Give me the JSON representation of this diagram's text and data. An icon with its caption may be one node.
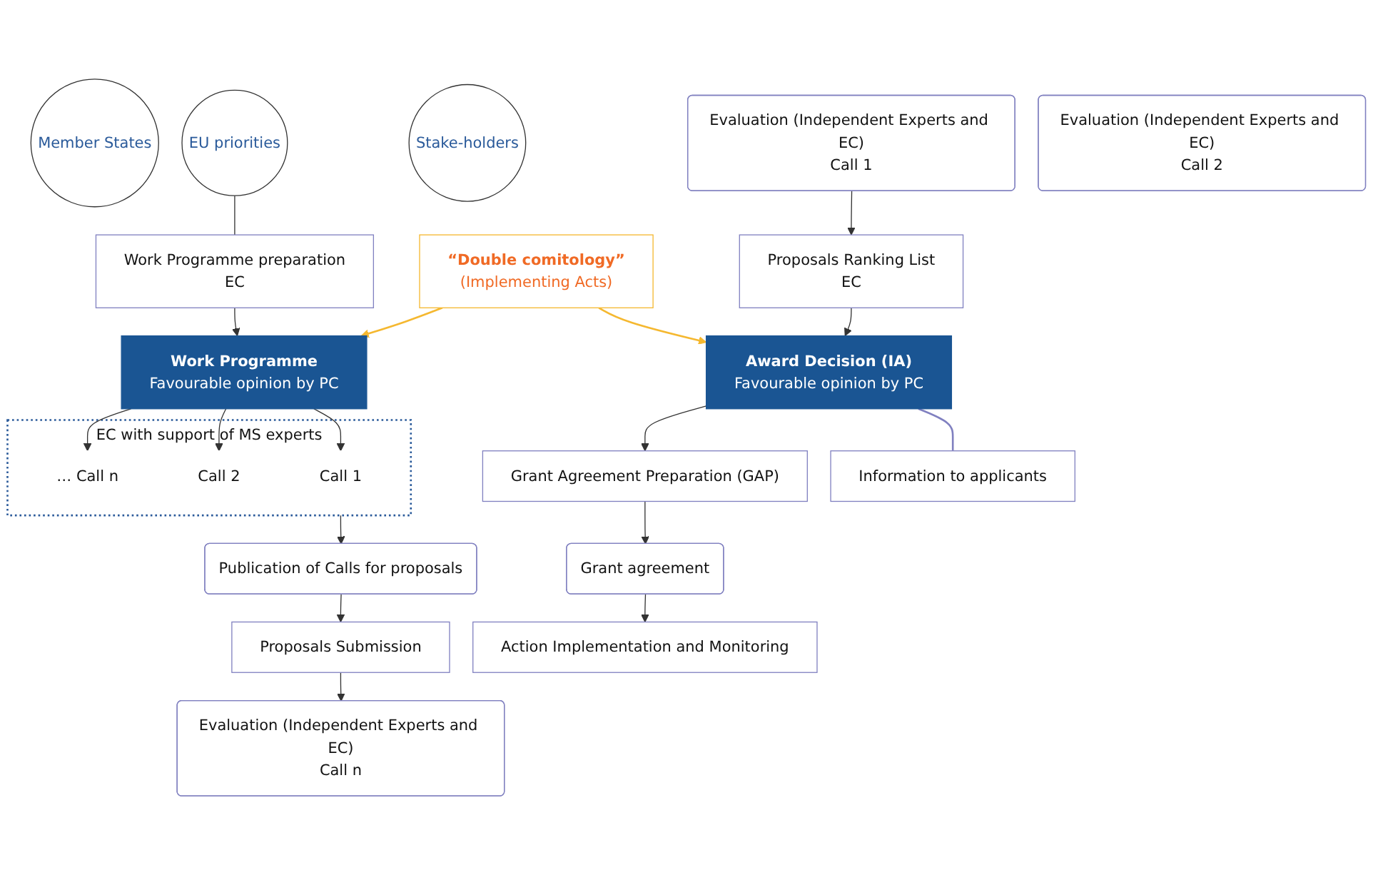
{
  "diagram": {
    "nodes": [
      {
        "text": [
          "Member States"
        ]
      },
      {
        "text": [
          "EU priorities"
        ]
      },
      {
        "text": [
          "Stake-holders"
        ]
      },
      {
        "text": [
          "Work Programme preparation",
          "EC"
        ]
      },
      {
        "text": [
          "Work Programme",
          "Favourable opinion by PC"
        ]
      },
      {
        "text": [
          "EC with support of MS experts"
        ]
      },
      {
        "text": [
          "Call 1"
        ],
        "in": 5
      },
      {
        "text": [
          "Call 2"
        ],
        "in": 5
      },
      {
        "text": [
          "… Call n"
        ],
        "in": 5
      },
      {
        "text": [
          "Publication of Calls for proposals"
        ]
      },
      {
        "text": [
          "Proposals Submission"
        ]
      },
      {
        "text": [
          "Evaluation (Independent Experts and EC)",
          "Call 1"
        ]
      },
      {
        "text": [
          "Evaluation (Independent Experts and EC)",
          "Call 2"
        ]
      },
      {
        "text": [
          "Evaluation (Independent Experts and EC)",
          "Call n"
        ]
      },
      {
        "text": [
          "Proposals Ranking List",
          "EC"
        ]
      },
      {
        "text": [
          "Award Decision (IA)",
          "Favourable opinion by PC"
        ]
      },
      {
        "text": [
          "“Double comitology”",
          "(Implementing Acts)"
        ]
      },
      {
        "text": [
          "Information to applicants"
        ]
      },
      {
        "text": [
          "Grant Agreement Preparation (GAP)"
        ]
      },
      {
        "text": [
          "Grant agreement"
        ]
      },
      {
        "text": [
          "Action Implementation and Monitoring"
        ]
      }
    ],
    "edges": [
      {
        "from": 1,
        "to": 3,
        "arrow": "none"
      },
      {
        "from": 3,
        "to": 4,
        "arrow": "to"
      },
      {
        "from": 4,
        "to": 6,
        "arrow": "to"
      },
      {
        "from": 4,
        "to": 7,
        "arrow": "to"
      },
      {
        "from": 4,
        "to": 8,
        "arrow": "to"
      },
      {
        "from": 5,
        "to": 9,
        "arrow": "to"
      },
      {
        "from": 9,
        "to": 10,
        "arrow": "to"
      },
      {
        "from": 10,
        "to": 13,
        "arrow": "to"
      },
      {
        "from": 11,
        "to": 14,
        "arrow": "to"
      },
      {
        "from": 14,
        "to": 15,
        "arrow": "to"
      },
      {
        "from": 16,
        "to": 15,
        "arrow": "to",
        "color": "#f5b830"
      },
      {
        "from": 16,
        "to": 4,
        "arrow": "to",
        "color": "#f5b830"
      },
      {
        "from": 15,
        "to": 17,
        "arrow": "none",
        "color": "#8080c0"
      },
      {
        "from": 15,
        "to": 18,
        "arrow": "to"
      },
      {
        "from": 18,
        "to": 19,
        "arrow": "to"
      },
      {
        "from": 19,
        "to": 20,
        "arrow": "to"
      }
    ]
  }
}
